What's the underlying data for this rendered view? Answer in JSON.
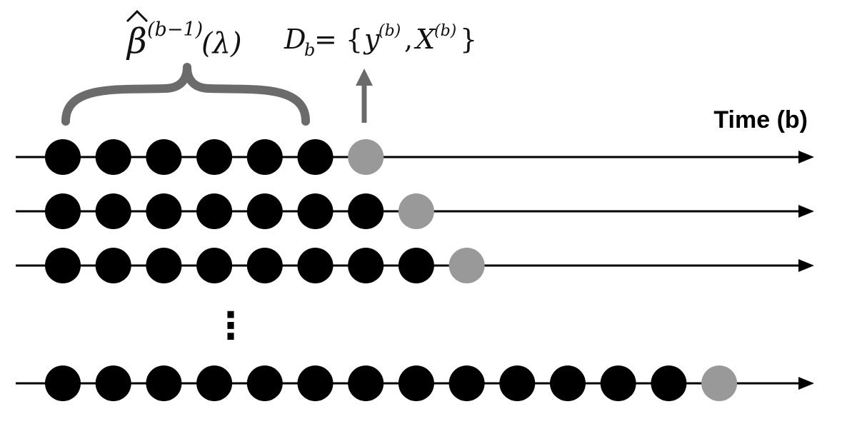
{
  "labels": {
    "estimator": {
      "base": "β",
      "superscript": "(b−1)",
      "argument": "(λ)"
    },
    "dataset": {
      "lhs": "D",
      "lhs_subscript": "b",
      "equals": " = {",
      "y": "y",
      "y_superscript": "(b)",
      "comma": ", ",
      "x": "X",
      "x_superscript": "(b)",
      "close": "}"
    },
    "time_axis": "Time (b)",
    "ellipsis": "⋮"
  },
  "rows": [
    {
      "past_count": 6,
      "new_count": 1
    },
    {
      "past_count": 7,
      "new_count": 1
    },
    {
      "past_count": 8,
      "new_count": 1
    },
    {
      "past_count": 13,
      "new_count": 1
    }
  ],
  "colors": {
    "past_point": "#000000",
    "new_point": "#999999",
    "axis_line": "#000000",
    "brace": "#6b6b6b",
    "pointer_arrow": "#6b6b6b"
  }
}
